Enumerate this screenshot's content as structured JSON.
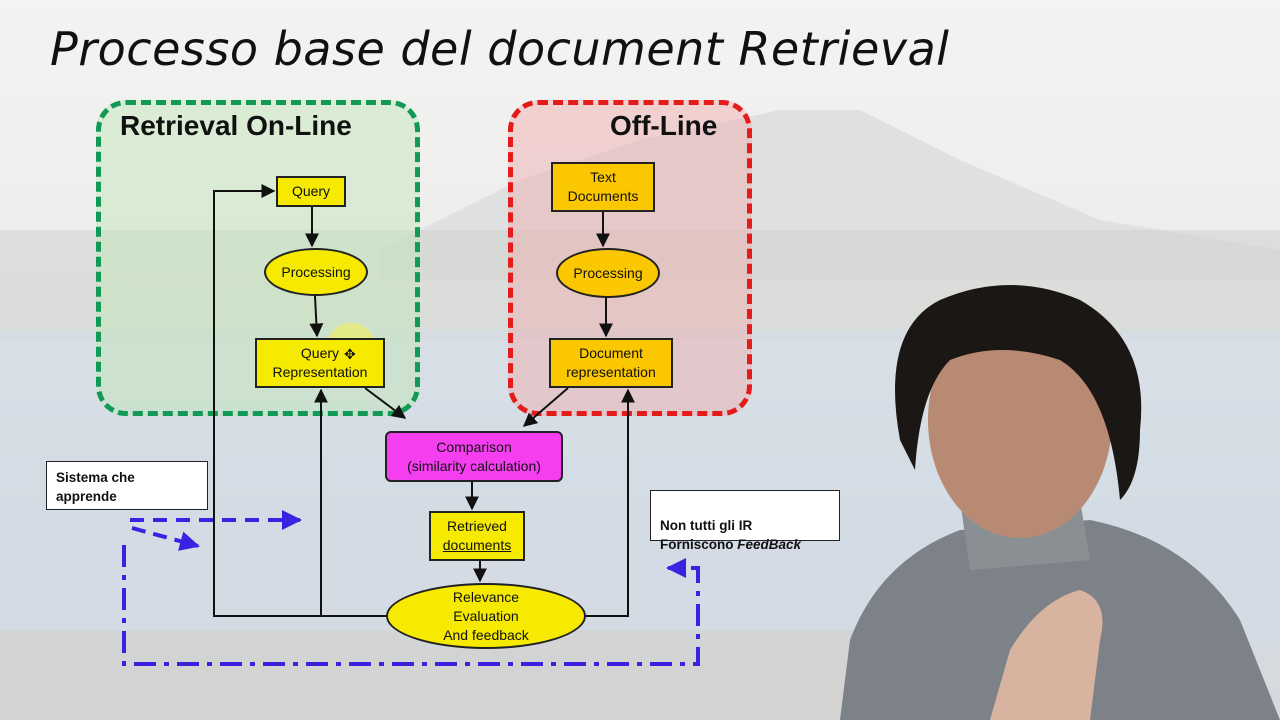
{
  "title": "Processo base del document Retrieval",
  "zones": {
    "online": {
      "label": "Retrieval On-Line",
      "border_color": "#119a55"
    },
    "offline": {
      "label": "Off-Line",
      "border_color": "#e31b1b"
    }
  },
  "nodes": {
    "query": "Query",
    "processing_online": "Processing",
    "query_representation": "Query\nRepresentation",
    "text_documents": "Text\nDocuments",
    "processing_offline": "Processing",
    "document_representation": "Document\nrepresentation",
    "comparison": "Comparison\n(similarity calculation)",
    "retrieved_line1": "Retrieved",
    "retrieved_line2": "documents",
    "relevance": "Relevance\nEvaluation\nAnd feedback"
  },
  "notes": {
    "learning": "Sistema che\napprende",
    "feedback_line1": "Non tutti gli IR",
    "feedback_line2_prefix": "Forniscono ",
    "feedback_line2_italic": "FeedBack"
  },
  "colors": {
    "yellow": "#f5ea00",
    "orange": "#fbc700",
    "magenta": "#f43ef0",
    "feedback_loop": "#3a22e0"
  }
}
